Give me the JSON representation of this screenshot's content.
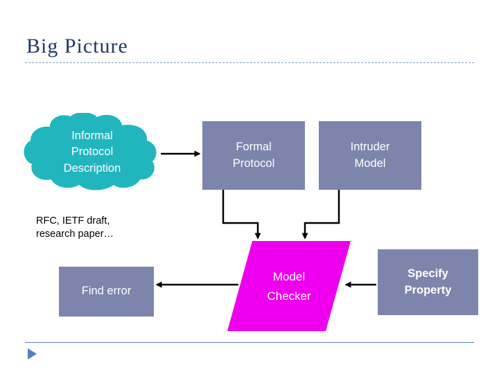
{
  "slide": {
    "title": "Big Picture",
    "accent_color": "#4f81bd",
    "title_color": "#1f3864"
  },
  "nodes": {
    "informal": {
      "name": "informal-protocol-description",
      "shape": "cloud",
      "color": "#21b6bd",
      "lines": [
        "Informal",
        "Protocol",
        "Description"
      ],
      "text": "Informal\nProtocol\nDescription"
    },
    "formal": {
      "name": "formal-protocol",
      "shape": "rectangle",
      "color": "#7d85ac",
      "lines": [
        "Formal",
        "Protocol"
      ],
      "text": "Formal\nProtocol"
    },
    "intruder": {
      "name": "intruder-model",
      "shape": "rectangle",
      "color": "#7d85ac",
      "lines": [
        "Intruder",
        "Model"
      ],
      "text": "Intruder\nModel"
    },
    "model_checker": {
      "name": "model-checker",
      "shape": "parallelogram",
      "color": "#ee00ee",
      "lines": [
        "Model",
        "Checker"
      ],
      "text": "Model\nChecker"
    },
    "specify": {
      "name": "specify-property",
      "shape": "rectangle",
      "color": "#7d85ac",
      "lines": [
        "Specify",
        "Property"
      ],
      "text": "Specify\nProperty"
    },
    "find_error": {
      "name": "find-error",
      "shape": "rectangle",
      "color": "#7d85ac",
      "lines": [
        "Find error"
      ],
      "text": "Find error"
    }
  },
  "caption": {
    "line1": "RFC, IETF draft,",
    "line2": "research paper…",
    "text": "RFC, IETF draft, research paper…"
  },
  "connectors": [
    {
      "name": "arrow-informal-to-formal",
      "from": "informal",
      "to": "formal"
    },
    {
      "name": "arrow-formal-to-model-checker",
      "from": "formal",
      "to": "model_checker"
    },
    {
      "name": "arrow-intruder-to-model-checker",
      "from": "intruder",
      "to": "model_checker"
    },
    {
      "name": "arrow-specify-to-model-checker",
      "from": "specify",
      "to": "model_checker"
    },
    {
      "name": "arrow-model-checker-to-find-error",
      "from": "model_checker",
      "to": "find_error"
    }
  ]
}
